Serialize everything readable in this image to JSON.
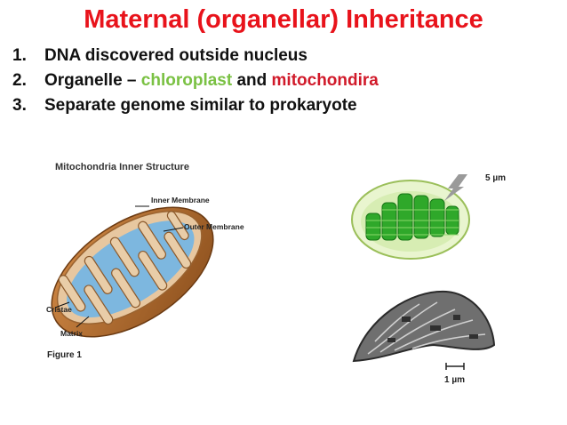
{
  "slide": {
    "title": "Maternal (organellar) Inheritance",
    "points": [
      {
        "num": "1.",
        "parts": [
          {
            "text": "DNA discovered outside nucleus",
            "color": "default"
          }
        ]
      },
      {
        "num": "2.",
        "parts": [
          {
            "text": "Organelle – ",
            "color": "default"
          },
          {
            "text": "chloroplast",
            "color": "green"
          },
          {
            "text": " and ",
            "color": "default"
          },
          {
            "text": "mitochondira",
            "color": "red"
          }
        ]
      },
      {
        "num": "3.",
        "parts": [
          {
            "text": "Separate genome similar to prokaryote",
            "color": "default"
          }
        ]
      }
    ]
  },
  "mito_figure": {
    "title": "Mitochondria Inner Structure",
    "label_inner": "Inner Membrane",
    "label_outer": "Outer Membrane",
    "label_cristae": "Cristae",
    "label_matrix": "Matrix",
    "caption": "Figure 1"
  },
  "chloro_figure": {
    "scale": "5 µm"
  },
  "micrograph": {
    "scale": "1 µm"
  },
  "colors": {
    "title": "#e8131b",
    "green": "#7ac143",
    "red": "#d11a2a"
  }
}
